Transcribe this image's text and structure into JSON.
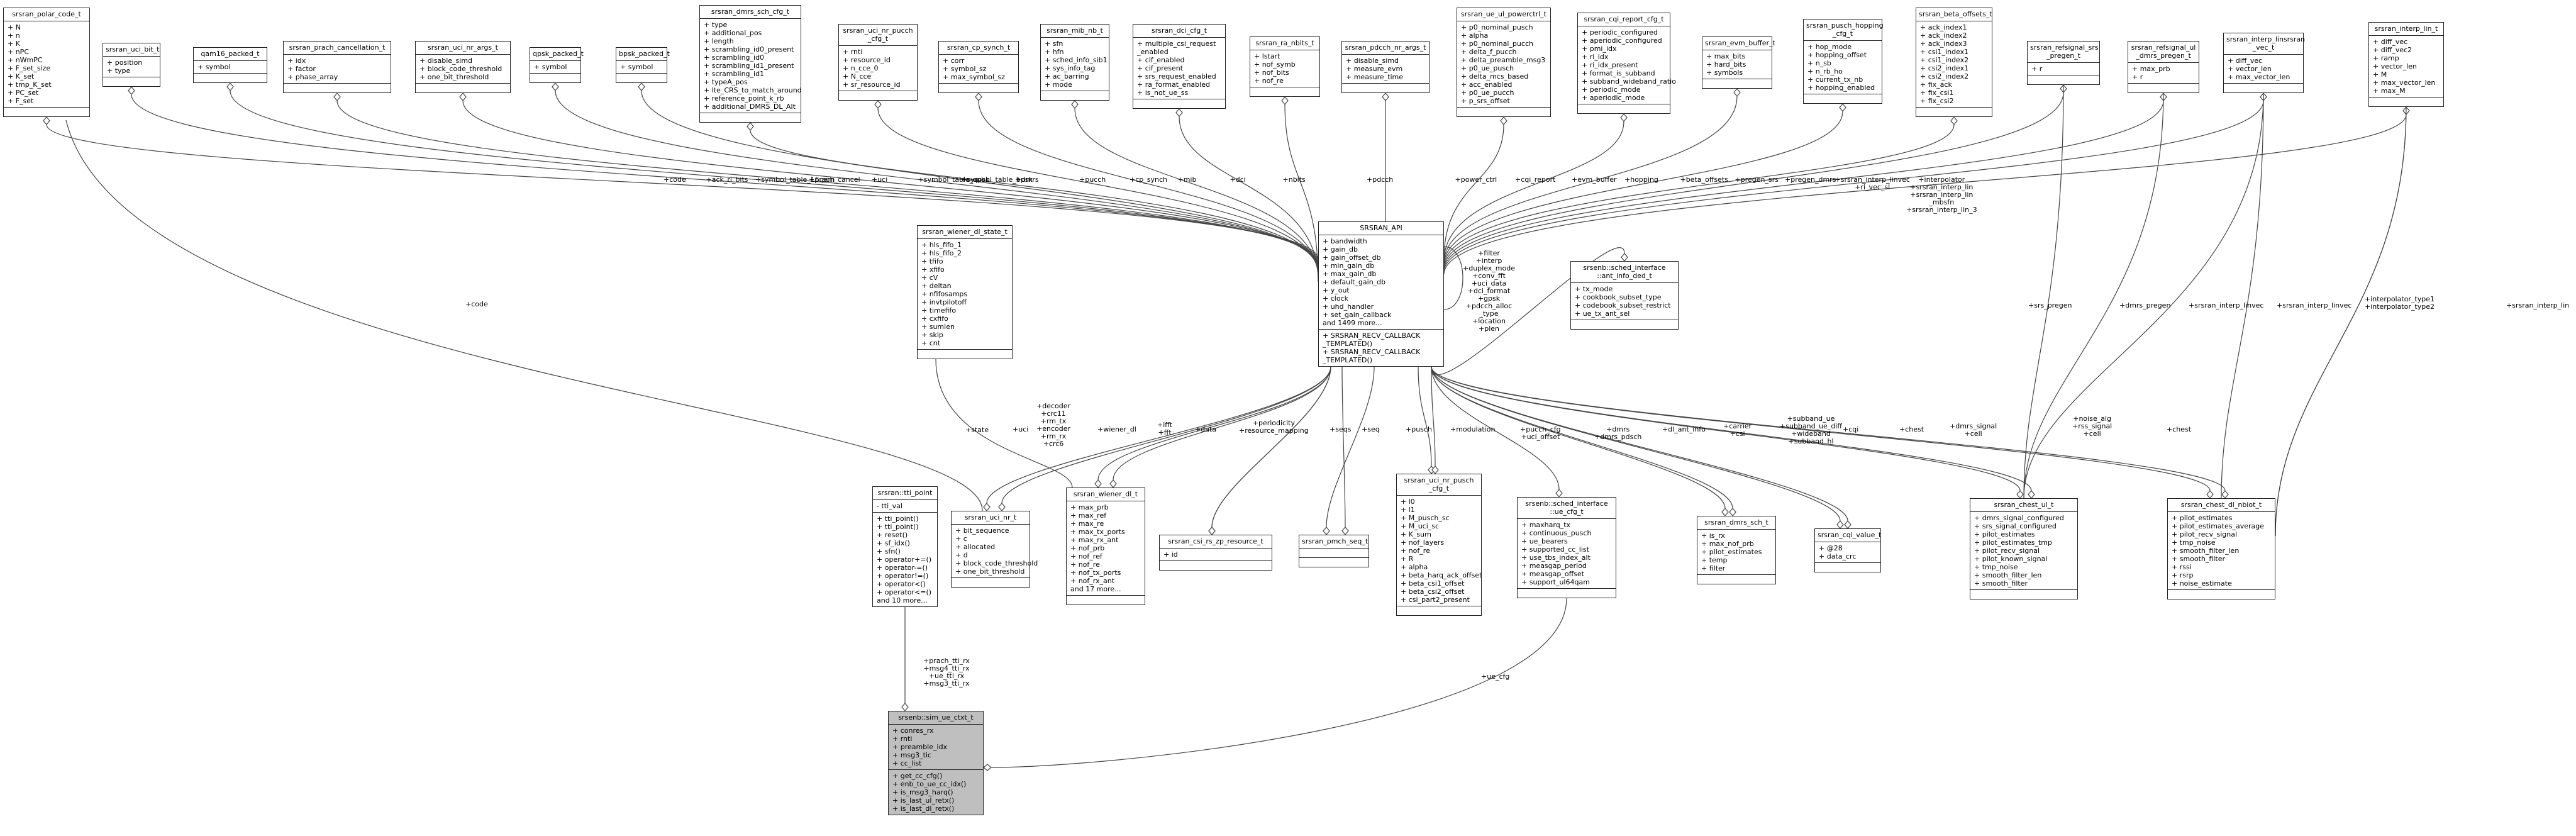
{
  "diagram": {
    "nodes": [
      {
        "id": "polar_code",
        "title": "srsran_polar_code_t",
        "attrs": [
          "+ N",
          "+ n",
          "+ K",
          "+ nPC",
          "+ nWmPC",
          "+ F_set_size",
          "+ K_set",
          "+ tmp_K_set",
          "+ PC_set",
          "+ F_set"
        ],
        "methods": []
      },
      {
        "id": "uci_bit",
        "title": "srsran_uci_bit_t",
        "attrs": [
          "+ position",
          "+ type"
        ],
        "methods": []
      },
      {
        "id": "qam16",
        "title": "qam16_packed_t",
        "attrs": [
          "+ symbol"
        ],
        "methods": []
      },
      {
        "id": "prach_cancel",
        "title": "srsran_prach_cancellation_t",
        "attrs": [
          "+ idx",
          "+ factor",
          "+ phase_array"
        ],
        "methods": []
      },
      {
        "id": "uci_nr_args",
        "title": "srsran_uci_nr_args_t",
        "attrs": [
          "+ disable_simd",
          "+ block_code_threshold",
          "+ one_bit_threshold"
        ],
        "methods": []
      },
      {
        "id": "qpsk",
        "title": "qpsk_packed_t",
        "attrs": [
          "+ symbol"
        ],
        "methods": []
      },
      {
        "id": "bpsk",
        "title": "bpsk_packed_t",
        "attrs": [
          "+ symbol"
        ],
        "methods": []
      },
      {
        "id": "dmrs_sch_cfg",
        "title": "srsran_dmrs_sch_cfg_t",
        "attrs": [
          "+ type",
          "+ additional_pos",
          "+ length",
          "+ scrambling_id0_present",
          "+ scrambling_id0",
          "+ scrambling_id1_present",
          "+ scrambling_id1",
          "+ typeA_pos",
          "+ lte_CRS_to_match_around",
          "+ reference_point_k_rb",
          "+ additional_DMRS_DL_Alt"
        ],
        "methods": []
      },
      {
        "id": "uci_nr_pucch_cfg",
        "title": "srsran_uci_nr_pucch\n_cfg_t",
        "attrs": [
          "+ rnti",
          "+ resource_id",
          "+ n_cce_0",
          "+ N_cce",
          "+ sr_resource_id"
        ],
        "methods": []
      },
      {
        "id": "cp_synch",
        "title": "srsran_cp_synch_t",
        "attrs": [
          "+ corr",
          "+ symbol_sz",
          "+ max_symbol_sz"
        ],
        "methods": []
      },
      {
        "id": "mib_nb",
        "title": "srsran_mib_nb_t",
        "attrs": [
          "+ sfn",
          "+ hfn",
          "+ sched_info_sib1",
          "+ sys_info_tag",
          "+ ac_barring",
          "+ mode"
        ],
        "methods": []
      },
      {
        "id": "dci_cfg",
        "title": "srsran_dci_cfg_t",
        "attrs": [
          "+ multiple_csi_request\n_enabled",
          "+ cif_enabled",
          "+ cif_present",
          "+ srs_request_enabled",
          "+ ra_format_enabled",
          "+ is_not_ue_ss"
        ],
        "methods": []
      },
      {
        "id": "ra_nbits",
        "title": "srsran_ra_nbits_t",
        "attrs": [
          "+ lstart",
          "+ nof_symb",
          "+ nof_bits",
          "+ nof_re"
        ],
        "methods": []
      },
      {
        "id": "pdcch_nr_args",
        "title": "srsran_pdcch_nr_args_t",
        "attrs": [
          "+ disable_simd",
          "+ measure_evm",
          "+ measure_time"
        ],
        "methods": []
      },
      {
        "id": "ue_ul_powerctrl",
        "title": "srsran_ue_ul_powerctrl_t",
        "attrs": [
          "+ p0_nominal_pusch",
          "+ alpha",
          "+ p0_nominal_pucch",
          "+ delta_f_pucch",
          "+ delta_preamble_msg3",
          "+ p0_ue_pusch",
          "+ delta_mcs_based",
          "+ acc_enabled",
          "+ p0_ue_pucch",
          "+ p_srs_offset"
        ],
        "methods": []
      },
      {
        "id": "cqi_report_cfg",
        "title": "srsran_cqi_report_cfg_t",
        "attrs": [
          "+ periodic_configured",
          "+ aperiodic_configured",
          "+ pmi_idx",
          "+ ri_idx",
          "+ ri_idx_present",
          "+ format_is_subband",
          "+ subband_wideband_ratio",
          "+ periodic_mode",
          "+ aperiodic_mode"
        ],
        "methods": []
      },
      {
        "id": "evm_buffer",
        "title": "srsran_evm_buffer_t",
        "attrs": [
          "+ max_bits",
          "+ hard_bits",
          "+ symbols"
        ],
        "methods": []
      },
      {
        "id": "pusch_hopping",
        "title": "srsran_pusch_hopping\n_cfg_t",
        "attrs": [
          "+ hop_mode",
          "+ hopping_offset",
          "+ n_sb",
          "+ n_rb_ho",
          "+ current_tx_nb",
          "+ hopping_enabled"
        ],
        "methods": []
      },
      {
        "id": "beta_offsets",
        "title": "srsran_beta_offsets_t",
        "attrs": [
          "+ ack_index1",
          "+ ack_index2",
          "+ ack_index3",
          "+ csi1_index1",
          "+ csi1_index2",
          "+ csi2_index1",
          "+ csi2_index2",
          "+ fix_ack",
          "+ fix_csi1",
          "+ fix_csi2"
        ],
        "methods": []
      },
      {
        "id": "refsignal_srs_pregen",
        "title": "srsran_refsignal_srs\n_pregen_t",
        "attrs": [
          "+ r"
        ],
        "methods": []
      },
      {
        "id": "refsignal_ul_dmrs_pregen",
        "title": "srsran_refsignal_ul\n_dmrs_pregen_t",
        "attrs": [
          "+ max_prb",
          "+ r"
        ],
        "methods": []
      },
      {
        "id": "interp_linsrsran_vec",
        "title": "srsran_interp_linsrsran\n_vec_t",
        "attrs": [
          "+ diff_vec",
          "+ vector_len",
          "+ max_vector_len"
        ],
        "methods": []
      },
      {
        "id": "interp_lin",
        "title": "srsran_interp_lin_t",
        "attrs": [
          "+ diff_vec",
          "+ diff_vec2",
          "+ ramp",
          "+ vector_len",
          "+ M",
          "+ max_vector_len",
          "+ max_M"
        ],
        "methods": []
      },
      {
        "id": "api",
        "title": "SRSRAN_API",
        "attrs": [
          "+ bandwidth",
          "+ gain_db",
          "+ gain_offset_db",
          "+ min_gain_db",
          "+ max_gain_db",
          "+ default_gain_db",
          "+ y_out",
          "+ clock",
          "+ uhd_handler",
          "+ set_gain_callback",
          "and 1499 more..."
        ],
        "methods": [
          "+ SRSRAN_RECV_CALLBACK\n_TEMPLATED()",
          "+ SRSRAN_RECV_CALLBACK\n_TEMPLATED()"
        ]
      },
      {
        "id": "wiener_dl_state",
        "title": "srsran_wiener_dl_state_t",
        "attrs": [
          "+ hls_fifo_1",
          "+ hls_fifo_2",
          "+ tfifo",
          "+ xfifo",
          "+ cV",
          "+ deltan",
          "+ nfifosamps",
          "+ invtpilotoff",
          "+ timefifo",
          "+ cxfifo",
          "+ sumlen",
          "+ skip",
          "+ cnt"
        ],
        "methods": []
      },
      {
        "id": "sched_if_ant",
        "title": "srsenb::sched_interface\n::ant_info_ded_t",
        "attrs": [
          "+ tx_mode",
          "+ cookbook_subset_type",
          "+ codebook_subset_restrict",
          "+ ue_tx_ant_sel"
        ],
        "methods": []
      },
      {
        "id": "tti_point",
        "title": "srsran::tti_point",
        "attrs": [
          "- tti_val"
        ],
        "methods": [
          "+ tti_point()",
          "+ tti_point()",
          "+ reset()",
          "+ sf_idx()",
          "+ sfn()",
          "+ operator+=()",
          "+ operator-=()",
          "+ operator!=()",
          "+ operator<()",
          "+ operator<=()",
          "and 10 more..."
        ]
      },
      {
        "id": "uci_nr",
        "title": "srsran_uci_nr_t",
        "attrs": [
          "+ bit_sequence",
          "+ c",
          "+ allocated",
          "+ d",
          "+ block_code_threshold",
          "+ one_bit_threshold"
        ],
        "methods": []
      },
      {
        "id": "wiener_dl",
        "title": "srsran_wiener_dl_t",
        "attrs": [
          "+ max_prb",
          "+ max_ref",
          "+ max_re",
          "+ max_tx_ports",
          "+ max_rx_ant",
          "+ nof_prb",
          "+ nof_ref",
          "+ nof_re",
          "+ nof_tx_ports",
          "+ nof_rx_ant",
          "and 17 more..."
        ],
        "methods": []
      },
      {
        "id": "csi_rs_zp",
        "title": "srsran_csi_rs_zp_resource_t",
        "attrs": [
          "+ id"
        ],
        "methods": []
      },
      {
        "id": "pmch_seq",
        "title": "srsran_pmch_seq_t",
        "attrs": [],
        "methods": []
      },
      {
        "id": "uci_nr_pusch_cfg",
        "title": "srsran_uci_nr_pusch\n_cfg_t",
        "attrs": [
          "+ l0",
          "+ l1",
          "+ M_pusch_sc",
          "+ M_uci_sc",
          "+ K_sum",
          "+ nof_layers",
          "+ nof_re",
          "+ R",
          "+ alpha",
          "+ beta_harq_ack_offset",
          "+ beta_csi1_offset",
          "+ beta_csi2_offset",
          "+ csi_part2_present"
        ],
        "methods": []
      },
      {
        "id": "sched_if_ue_cfg",
        "title": "srsenb::sched_interface\n::ue_cfg_t",
        "attrs": [
          "+ maxharq_tx",
          "+ continuous_pusch",
          "+ ue_bearers",
          "+ supported_cc_list",
          "+ use_tbs_index_alt",
          "+ measgap_period",
          "+ measgap_offset",
          "+ support_ul64qam"
        ],
        "methods": []
      },
      {
        "id": "dmrs_sch",
        "title": "srsran_dmrs_sch_t",
        "attrs": [
          "+ is_rx",
          "+ max_nof_prb",
          "+ pilot_estimates",
          "+ temp",
          "+ filter"
        ],
        "methods": []
      },
      {
        "id": "cqi_value",
        "title": "srsran_cqi_value_t",
        "attrs": [
          "+ @28",
          "+ data_crc"
        ],
        "methods": []
      },
      {
        "id": "chest_ul",
        "title": "srsran_chest_ul_t",
        "attrs": [
          "+ dmrs_signal_configured",
          "+ srs_signal_configured",
          "+ pilot_estimates",
          "+ pilot_estimates_tmp",
          "+ pilot_recv_signal",
          "+ pilot_known_signal",
          "+ tmp_noise",
          "+ smooth_filter_len",
          "+ smooth_filter"
        ],
        "methods": []
      },
      {
        "id": "chest_dl_nbiot",
        "title": "srsran_chest_dl_nbiot_t",
        "attrs": [
          "+ pilot_estimates",
          "+ pilot_estimates_average",
          "+ pilot_recv_signal",
          "+ tmp_noise",
          "+ smooth_filter_len",
          "+ smooth_filter",
          "+ rssi",
          "+ rsrp",
          "+ noise_estimate"
        ],
        "methods": []
      },
      {
        "id": "sim_ue_ctxt",
        "title": "srsenb::sim_ue_ctxt_t",
        "attrs": [
          "+ conres_rx",
          "+ rnti",
          "+ preamble_idx",
          "+ msg3_tic",
          "+ cc_list"
        ],
        "methods": [
          "+ get_cc_cfg()",
          "+ enb_to_ue_cc_idx()",
          "+ is_msg3_harq()",
          "+ is_last_ul_retx()",
          "+ is_last_dl_retx()"
        ]
      }
    ],
    "edge_labels": {
      "code_top": "+code",
      "ack_ri_bits": "+ack_ri_bits",
      "symbol_table_16qam": "+symbol_table_16qam",
      "prach_cancel": "+prach_cancel",
      "uci": "+uci",
      "symbol_table_qpsk": "+symbol_table_qpsk",
      "symbol_table_bpsk": "+symbol_table_bpsk",
      "dmrs": "+dmrs",
      "pucch": "+pucch",
      "cp_synch": "+cp_synch",
      "mib": "+mib",
      "dci": "+dci",
      "nbits": "+nbits",
      "pdcch": "+pdcch",
      "power_ctrl": "+power_ctrl",
      "cqi_report": "+cqi_report",
      "evm_buffer": "+evm_buffer",
      "hopping": "+hopping",
      "beta_offsets": "+beta_offsets",
      "pregen_srs": "+pregen_srs",
      "pregen_dmrs": "+pregen_dmrs",
      "interp_linvec_top": "+srsran_interp_linvec\n+ri_vec_sl",
      "interpolator_group": "+interpolator\n+srsran_interp_lin\n+srsran_interp_lin\n_mbsfn\n+srsran_interp_lin_3",
      "self_loop": "+filter\n+interp\n+duplex_mode\n+conv_fft\n+uci_data\n+dci_format\n+gpsk\n+pdcch_alloc\n_type\n+location\n+plen",
      "code_left": "+code",
      "state": "+state",
      "uci_left": "+uci",
      "decoder_group": "+decoder\n+crc11\n+rm_tx\n+encoder\n+rm_rx\n+crc6",
      "wiener_dl": "+wiener_dl",
      "ifft_fft": "+ifft\n+fft",
      "data": "+data",
      "periodicity": "+periodicity\n+resource_mapping",
      "seqs": "+seqs",
      "seq": "+seq",
      "pusch": "+pusch",
      "modulation": "+modulation",
      "pucch_cfg": "+pucch_cfg\n+uci_offset",
      "dmrs_pdsch": "+dmrs\n+dmrs_pdsch",
      "dl_ant_info": "+dl_ant_info",
      "carrier_csi": "+carrier\n+csi",
      "subband_group": "+subband_ue\n+subband_ue_diff\n+wideband\n+subband_hl",
      "cqi": "+cqi",
      "chest": "+chest",
      "dmrs_signal_cell": "+dmrs_signal\n+cell",
      "noise_alg": "+noise_alg\n+rss_signal\n+cell",
      "chest2": "+chest",
      "srs_pregen": "+srs_pregen",
      "dmrs_pregen": "+dmrs_pregen",
      "interp_linvec_a": "+srsran_interp_linvec",
      "interp_linvec_b": "+srsran_interp_linvec",
      "interpolator_type": "+interpolator_type1\n+interpolator_type2",
      "interp_lin_right": "+srsran_interp_lin",
      "prach_tti": "+prach_tti_rx\n+msg4_tti_rx\n+ue_tti_rx\n+msg3_tti_rx",
      "ue_cfg": "+ue_cfg"
    }
  }
}
